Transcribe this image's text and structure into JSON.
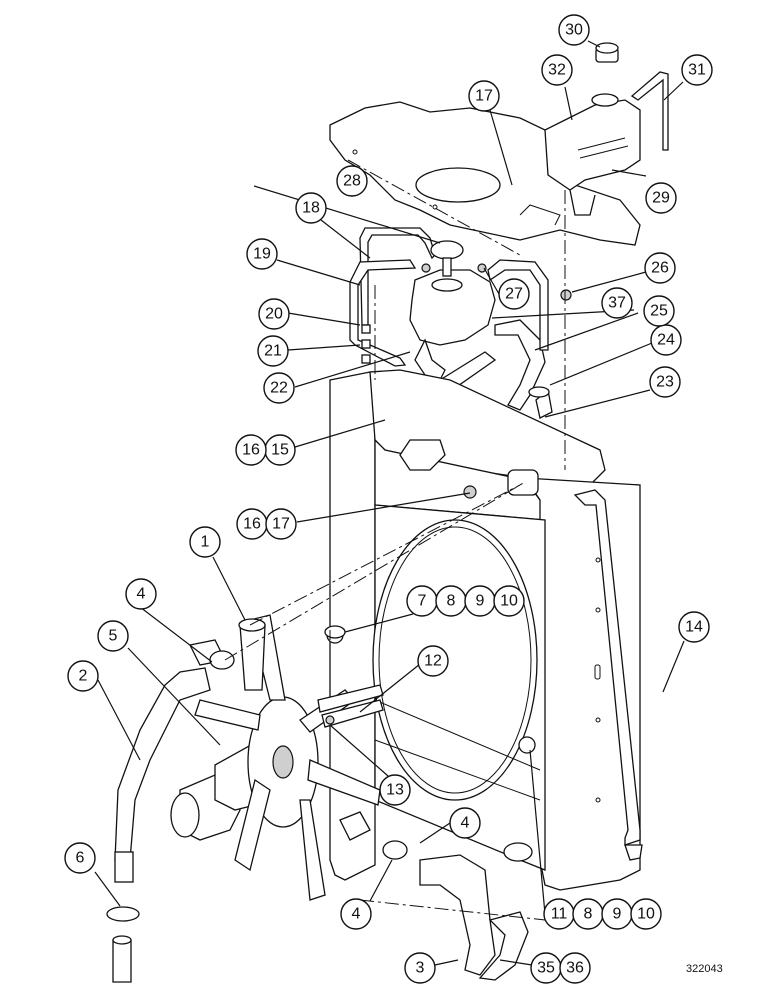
{
  "drawing_number": "322043",
  "callouts": [
    {
      "id": "c1",
      "label": "1"
    },
    {
      "id": "c2",
      "label": "2"
    },
    {
      "id": "c3",
      "label": "3"
    },
    {
      "id": "c4a",
      "label": "4"
    },
    {
      "id": "c4b",
      "label": "4"
    },
    {
      "id": "c4c",
      "label": "4"
    },
    {
      "id": "c5",
      "label": "5"
    },
    {
      "id": "c6",
      "label": "6"
    },
    {
      "id": "c7",
      "label": "7"
    },
    {
      "id": "c8a",
      "label": "8"
    },
    {
      "id": "c9a",
      "label": "9"
    },
    {
      "id": "c10a",
      "label": "10"
    },
    {
      "id": "c11",
      "label": "11"
    },
    {
      "id": "c8b",
      "label": "8"
    },
    {
      "id": "c9b",
      "label": "9"
    },
    {
      "id": "c10b",
      "label": "10"
    },
    {
      "id": "c12",
      "label": "12"
    },
    {
      "id": "c13",
      "label": "13"
    },
    {
      "id": "c14",
      "label": "14"
    },
    {
      "id": "c15",
      "label": "15"
    },
    {
      "id": "c16a",
      "label": "16"
    },
    {
      "id": "c16b",
      "label": "16"
    },
    {
      "id": "c17a",
      "label": "17"
    },
    {
      "id": "c17b",
      "label": "17"
    },
    {
      "id": "c18",
      "label": "18"
    },
    {
      "id": "c19",
      "label": "19"
    },
    {
      "id": "c20",
      "label": "20"
    },
    {
      "id": "c21",
      "label": "21"
    },
    {
      "id": "c22",
      "label": "22"
    },
    {
      "id": "c23",
      "label": "23"
    },
    {
      "id": "c24",
      "label": "24"
    },
    {
      "id": "c25",
      "label": "25"
    },
    {
      "id": "c26",
      "label": "26"
    },
    {
      "id": "c27",
      "label": "27"
    },
    {
      "id": "c28",
      "label": "28"
    },
    {
      "id": "c29",
      "label": "29"
    },
    {
      "id": "c30",
      "label": "30"
    },
    {
      "id": "c31",
      "label": "31"
    },
    {
      "id": "c32",
      "label": "32"
    },
    {
      "id": "c35",
      "label": "35"
    },
    {
      "id": "c36",
      "label": "36"
    },
    {
      "id": "c37",
      "label": "37"
    }
  ]
}
